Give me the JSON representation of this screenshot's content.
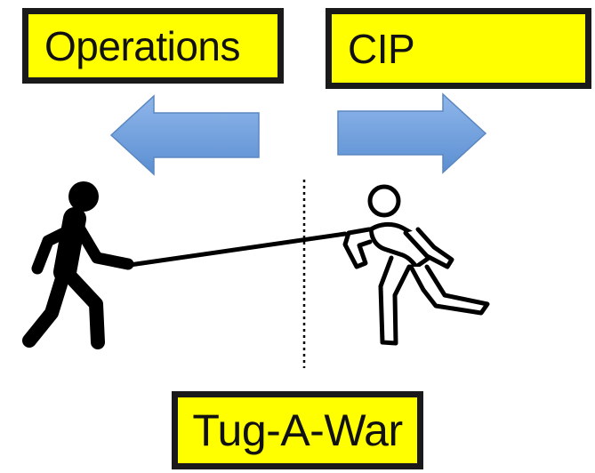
{
  "labels": {
    "left": "Operations",
    "right": "CIP",
    "bottom": "Tug-A-War"
  },
  "icons": {
    "left_arrow": "arrow-left-icon",
    "right_arrow": "arrow-right-icon",
    "left_figure": "person-pulling-icon",
    "right_figure": "person-running-outline-icon",
    "rope": "rope-line",
    "center_line": "dotted-divider"
  },
  "colors": {
    "label_fill": "#ffff00",
    "label_border": "#1a1a1a",
    "arrow_fill": "#6f9fdc",
    "arrow_stroke": "#5b87c0",
    "figure": "#000000"
  }
}
